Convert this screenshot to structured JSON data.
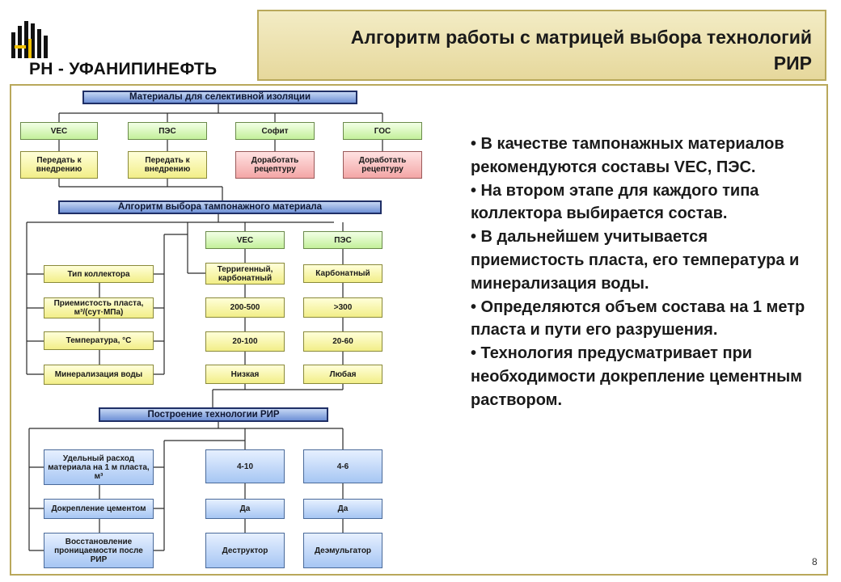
{
  "logo": {
    "text": "РН - УФАНИПИНЕФТЬ"
  },
  "title": {
    "line1": "Алгоритм работы с матрицей выбора технологий",
    "line2": "РИР"
  },
  "diagram": {
    "section1": {
      "header": "Материалы для селективной изоляции",
      "materials": [
        "VEC",
        "ПЭС",
        "Софит",
        "ГОС"
      ],
      "actions": [
        "Передать к внедрению",
        "Передать к внедрению",
        "Доработать рецептуру",
        "Доработать рецептуру"
      ]
    },
    "section2": {
      "header": "Алгоритм выбора тампонажного материала",
      "criteria": [
        "Тип коллектора",
        "Приемистость пласта, м³/(сут·МПа)",
        "Температура, °С",
        "Минерализация воды"
      ],
      "col_vec": [
        "VEC",
        "Терригенный, карбонатный",
        "200-500",
        "20-100",
        "Низкая"
      ],
      "col_pes": [
        "ПЭС",
        "Карбонатный",
        ">300",
        "20-60",
        "Любая"
      ]
    },
    "section3": {
      "header": "Построение технологии РИР",
      "criteria": [
        "Удельный расход материала на 1 м пласта, м³",
        "Докрепление цементом",
        "Восстановление проницаемости после РИР"
      ],
      "col_vec": [
        "4-10",
        "Да",
        "Деструктор"
      ],
      "col_pes": [
        "4-6",
        "Да",
        "Деэмульгатор"
      ]
    }
  },
  "bullets": [
    "• В качестве тампонажных материалов рекомендуются составы VEC, ПЭС.",
    "• На втором этапе для каждого типа коллектора выбирается состав.",
    "• В дальнейшем учитывается приемистость пласта, его температура и минерализация воды.",
    "• Определяются объем состава на 1 метр пласта и пути его разрушения.",
    "• Технология предусматривает при необходимости докрепление цементным раствором."
  ],
  "page_number": "8",
  "colors": {
    "accent_border": "#b9a85b",
    "title_bg": "#ece2b0",
    "header_blue": "#6f91d6"
  }
}
